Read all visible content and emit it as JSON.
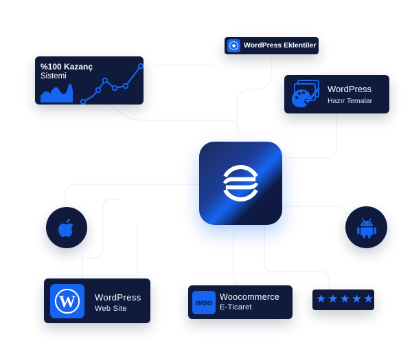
{
  "center_logo": {
    "icon": "s-mark-icon",
    "accent": "#1565f0",
    "base": "#0f1a3d"
  },
  "cards": {
    "income": {
      "line1": "%100 Kazanç",
      "line2": "Sistemi",
      "icon": "growth-chart-icon"
    },
    "plugins": {
      "label": "WordPress Eklentiler",
      "icon": "plugin-gear-icon"
    },
    "themes": {
      "title": "WordPress",
      "subtitle": "Hazır Temalar",
      "icon": "palette-icon"
    },
    "website": {
      "title": "WordPress",
      "subtitle": "Web Site",
      "icon": "wordpress-icon"
    },
    "woocommerce": {
      "title": "Woocommerce",
      "subtitle": "E-Ticaret",
      "icon": "woo-icon",
      "badge": "woo"
    },
    "rating": {
      "icon": "star-icon",
      "count": 5
    }
  },
  "badges": {
    "apple": {
      "icon": "apple-icon"
    },
    "android": {
      "icon": "android-icon"
    }
  }
}
